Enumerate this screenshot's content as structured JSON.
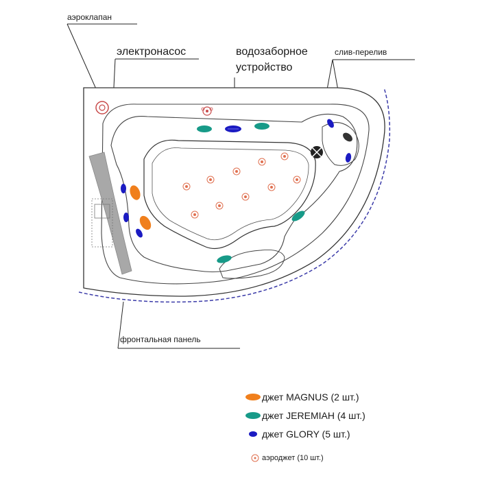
{
  "labels": {
    "air_valve": "аэроклапан",
    "pump": "электронасос",
    "intake_line1": "водозаборное",
    "intake_line2": "устройство",
    "drain": "слив-перелив",
    "front_panel": "фронтальная панель"
  },
  "legend": [
    {
      "key": "magnus",
      "label": "джет MAGNUS (2 шт.)",
      "color": "#f07f1c",
      "icon": "orange-oval-jet-icon"
    },
    {
      "key": "jeremiah",
      "label": "джет JEREMIAH (4 шт.)",
      "color": "#179a88",
      "icon": "teal-oval-jet-icon"
    },
    {
      "key": "glory",
      "label": "джет GLORY (5 шт.)",
      "color": "#1b1bc2",
      "icon": "blue-oval-jet-icon"
    },
    {
      "key": "aero",
      "label": "аэроджет (10 шт.)",
      "color": "#e07050",
      "icon": "aerojet-dot-icon"
    }
  ],
  "colors": {
    "outline": "#333333",
    "front_panel_dash": "#3a3aa8",
    "pump_bar": "#a8a8a8"
  }
}
